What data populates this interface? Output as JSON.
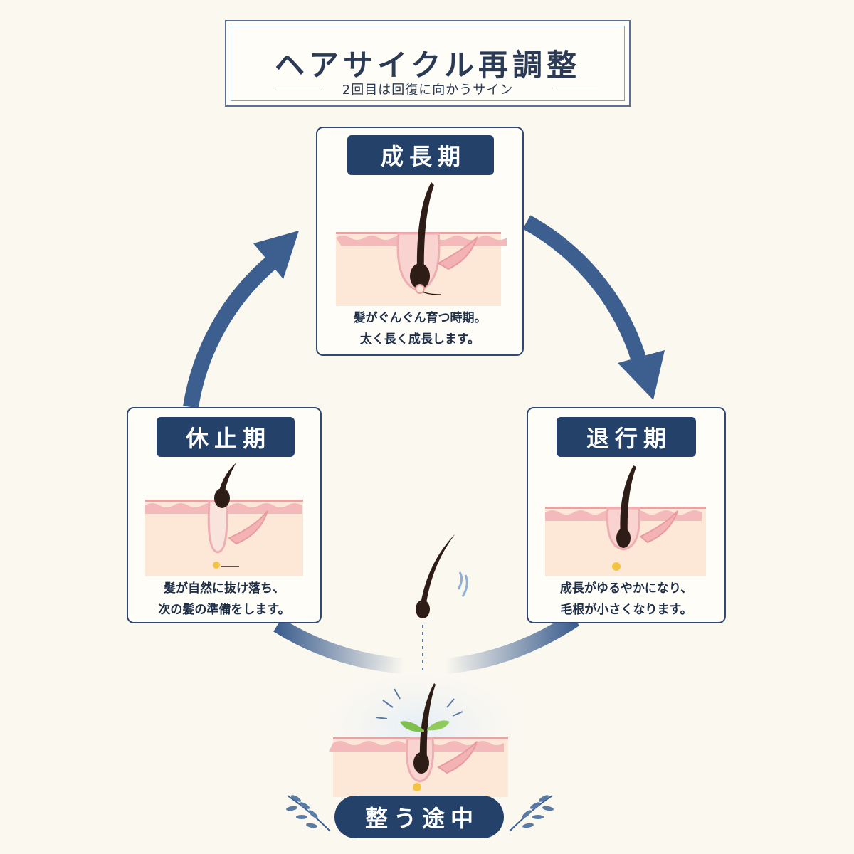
{
  "title": {
    "main": "ヘアサイクル再調整",
    "sub": "2回目は回復に向かうサイン"
  },
  "phases": [
    {
      "name": "成長期",
      "desc_lines": [
        "髪がぐんぐん育つ時期。",
        "太く長く成長します。"
      ]
    },
    {
      "name": "退行期",
      "desc_lines": [
        "成長がゆるやかになり、",
        "毛根が小さくなります。"
      ]
    },
    {
      "name": "休止期",
      "desc_lines": [
        "髪が自然に抜け落ち、",
        "次の髪の準備をします。"
      ]
    }
  ],
  "bottom": {
    "label": "整う途中"
  },
  "colors": {
    "navy": "#24416a",
    "arrow": "#3d5f8f",
    "skin": "#fde7d6",
    "skin_top": "#f4b9bb",
    "hair": "#2e1d16",
    "leaf": "#7fbf4d",
    "bulb": "#f3c443",
    "background": "#fbf8f0"
  },
  "icons": [
    "hair-follicle-illustration",
    "falling-hair-icon",
    "sprout-icon",
    "laurel-branch-icon"
  ]
}
